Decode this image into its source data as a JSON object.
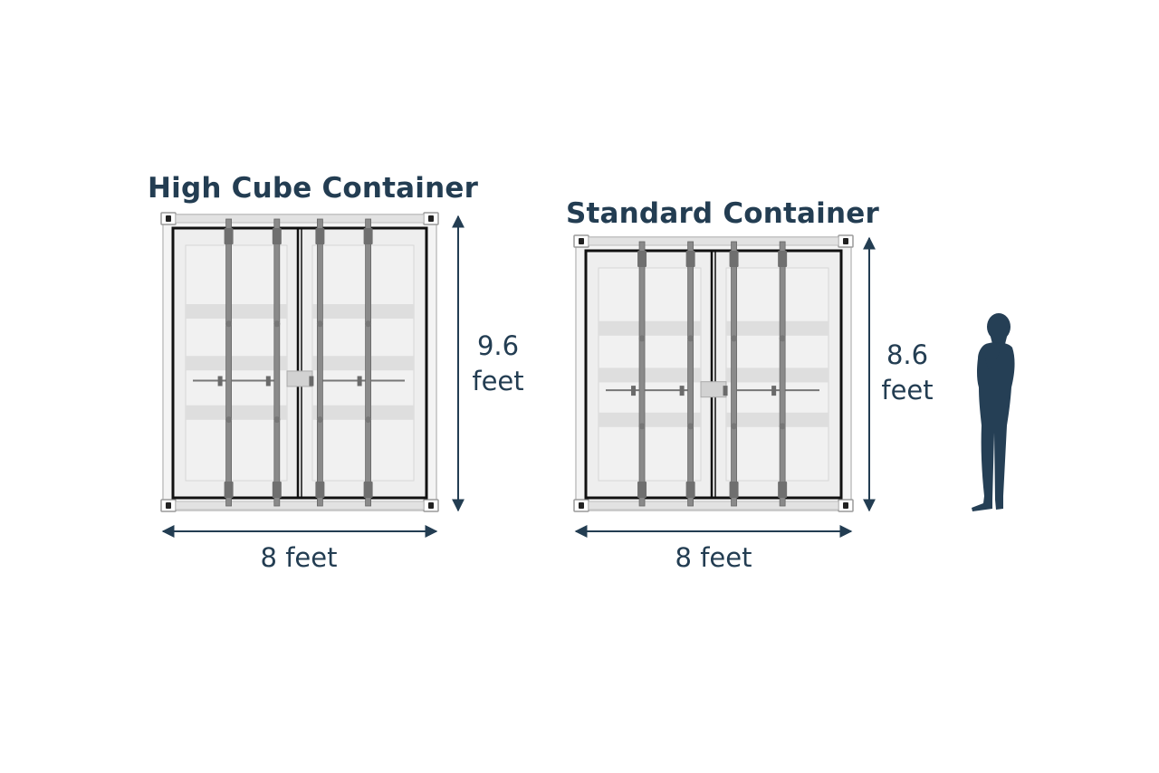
{
  "colors": {
    "ink": "#233d52",
    "container_body": "#eeeeee",
    "container_frame": "#cfcfcf",
    "door_line": "#111111",
    "bar": "#8a8a8a",
    "silhouette": "#253f55"
  },
  "containers": [
    {
      "id": "high-cube",
      "title": "High Cube Container",
      "width_value": 8,
      "height_value": 9.6,
      "width_label": "8 feet",
      "height_number": "9.6",
      "height_unit": "feet"
    },
    {
      "id": "standard",
      "title": "Standard Container",
      "width_value": 8,
      "height_value": 8.6,
      "width_label": "8 feet",
      "height_number": "8.6",
      "height_unit": "feet"
    }
  ],
  "figure": {
    "icon": "person-silhouette-icon"
  }
}
